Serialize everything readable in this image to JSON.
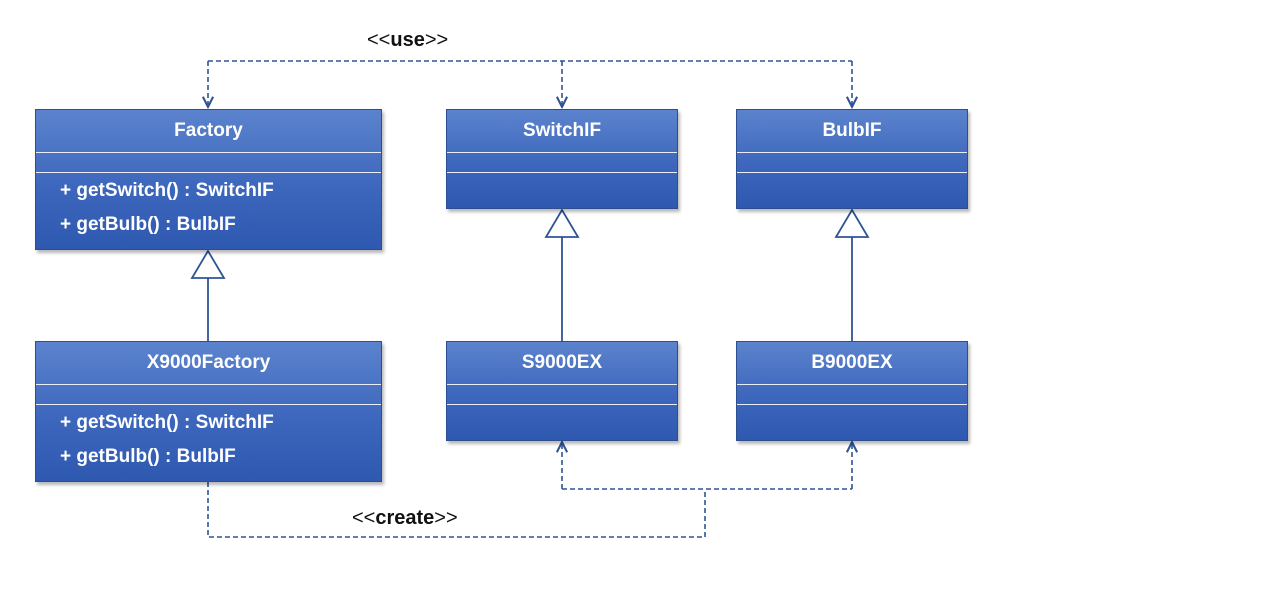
{
  "classes": {
    "factory": {
      "name": "Factory",
      "operations": [
        "+ getSwitch() : SwitchIF",
        "+ getBulb() : BulbIF"
      ]
    },
    "switch_if": {
      "name": "SwitchIF"
    },
    "bulb_if": {
      "name": "BulbIF"
    },
    "x9000_factory": {
      "name": "X9000Factory",
      "operations": [
        "+ getSwitch() : SwitchIF",
        "+ getBulb() : BulbIF"
      ]
    },
    "s9000ex": {
      "name": "S9000EX"
    },
    "b9000ex": {
      "name": "B9000EX"
    }
  },
  "relations": {
    "use": {
      "open": "<<",
      "word": "use",
      "close": ">>"
    },
    "create": {
      "open": "<<",
      "word": "create",
      "close": ">>"
    }
  },
  "colors": {
    "class_fill": "#4472c4",
    "line": "#2f5496"
  }
}
